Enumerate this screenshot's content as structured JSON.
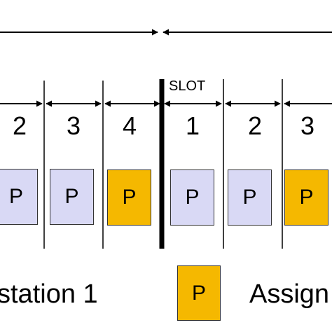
{
  "colors": {
    "unassigned": "#d9d9f5",
    "assigned": "#f5b800",
    "line": "#000000",
    "box_border": "#333333"
  },
  "diagram": {
    "slot_label": "SLOT",
    "frame_a": {
      "slot_numbers": [
        "2",
        "3",
        "4"
      ],
      "packets": [
        "P",
        "P",
        "P"
      ]
    },
    "frame_b": {
      "slot_numbers": [
        "1",
        "2",
        "3"
      ],
      "packets": [
        "P",
        "P",
        "P"
      ]
    }
  },
  "legend": {
    "left_text": "station 1",
    "swatch_label": "P",
    "right_text": "Assign"
  }
}
